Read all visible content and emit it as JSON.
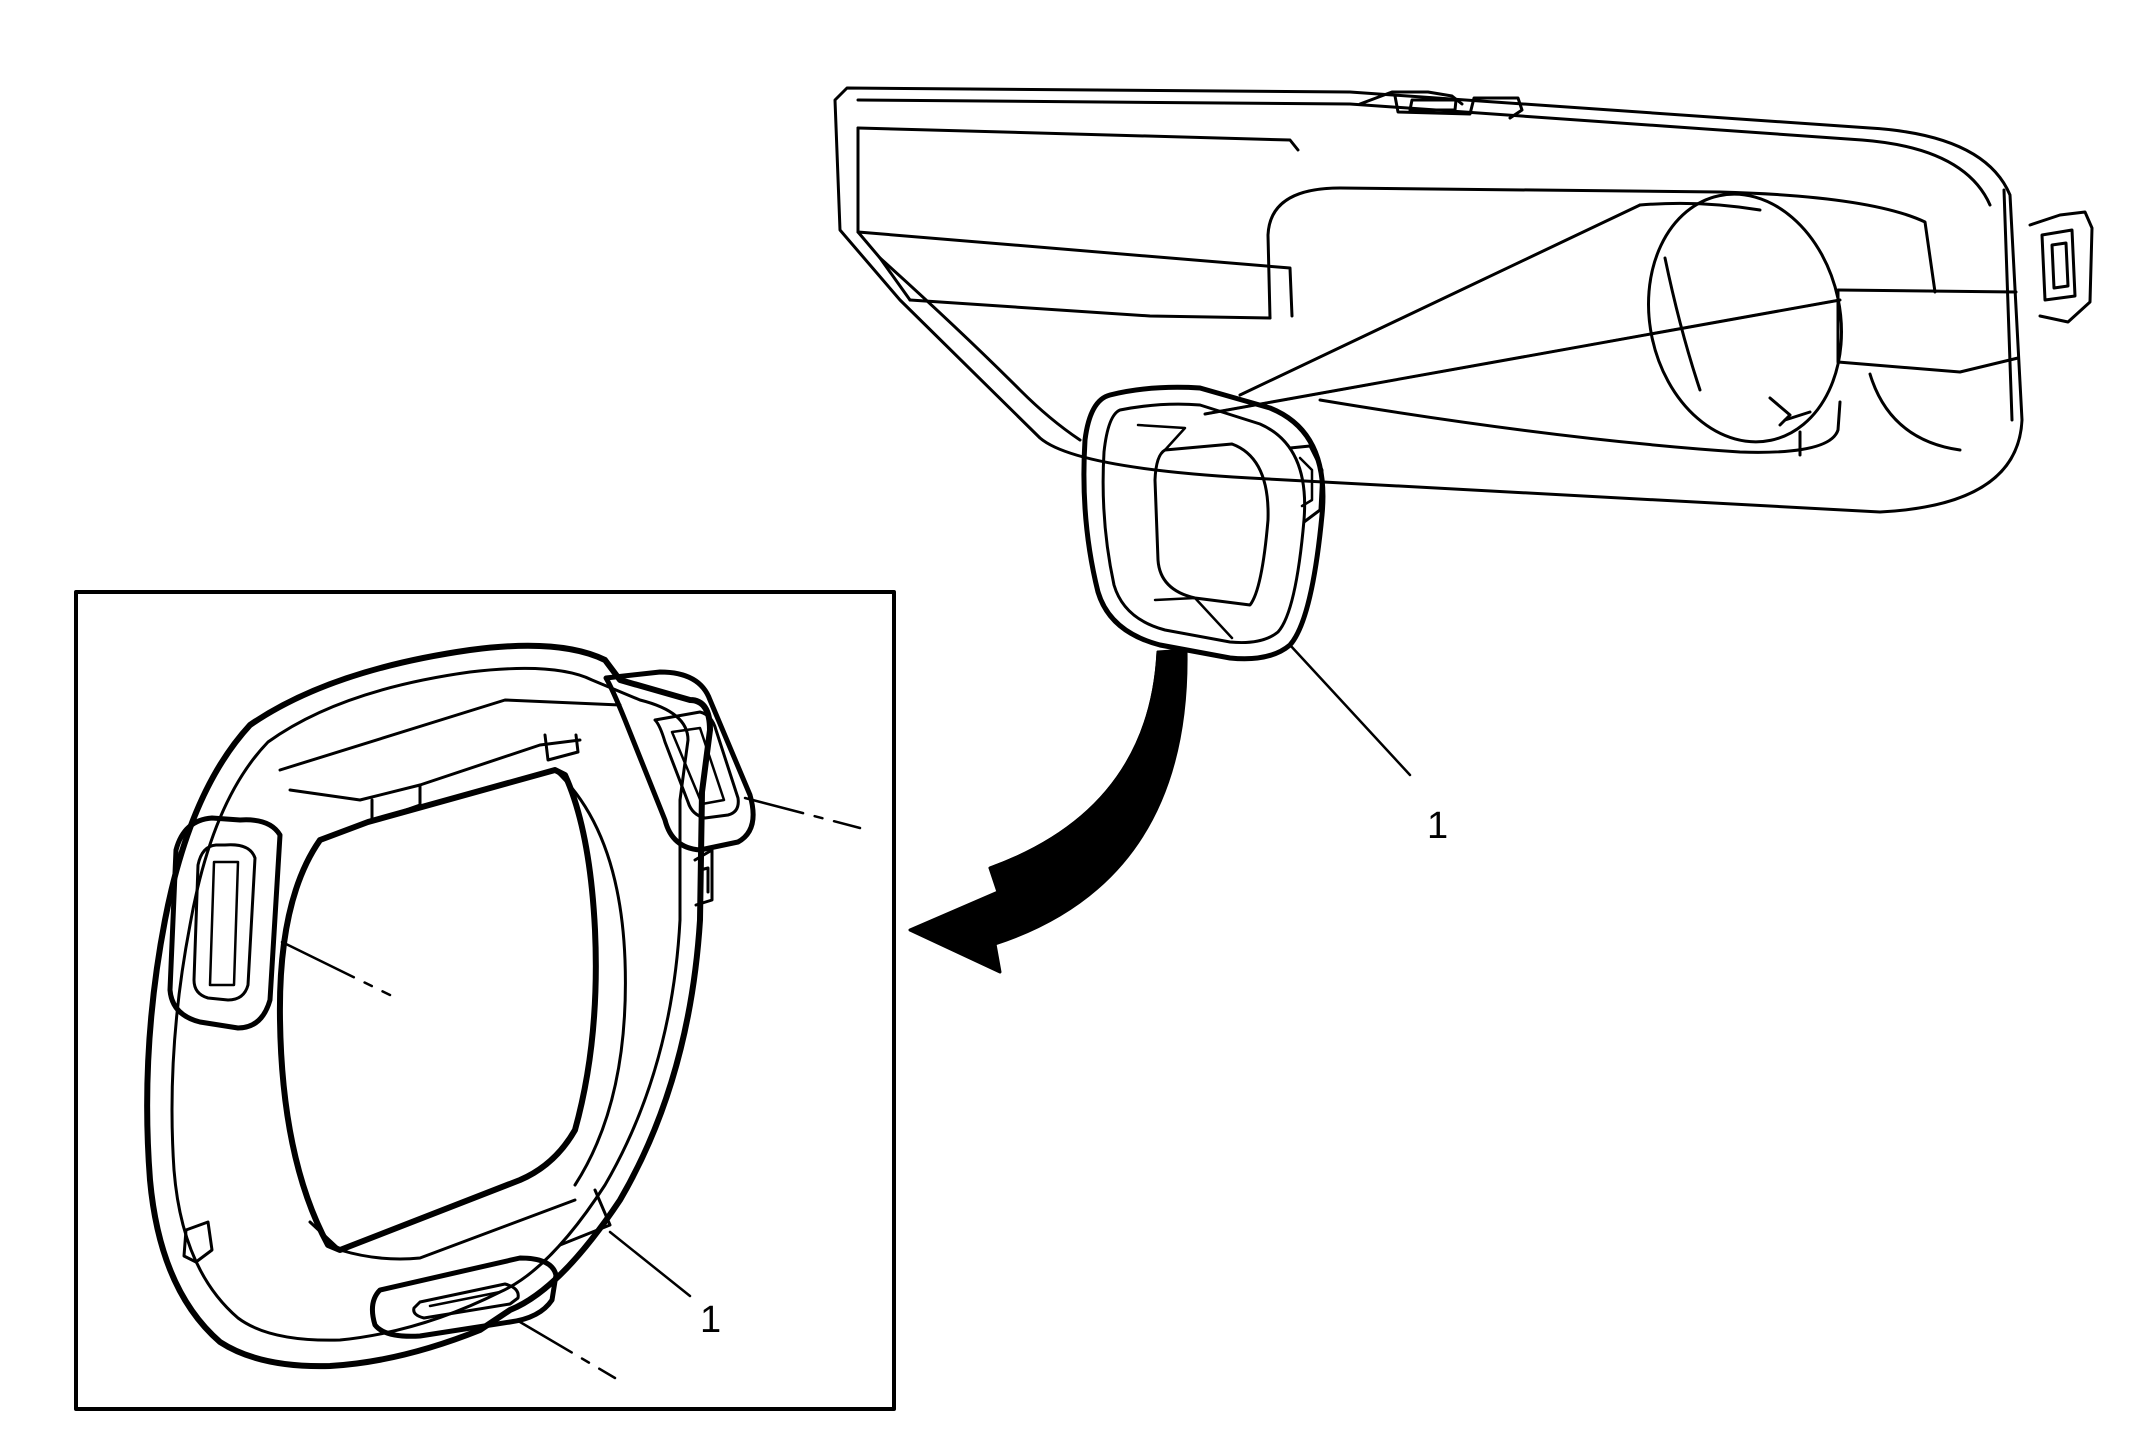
{
  "figure": {
    "callouts": [
      {
        "id": "main-view",
        "label": "1"
      },
      {
        "id": "detail-view",
        "label": "1"
      }
    ],
    "colors": {
      "line": "#000000",
      "background": "#ffffff"
    }
  }
}
